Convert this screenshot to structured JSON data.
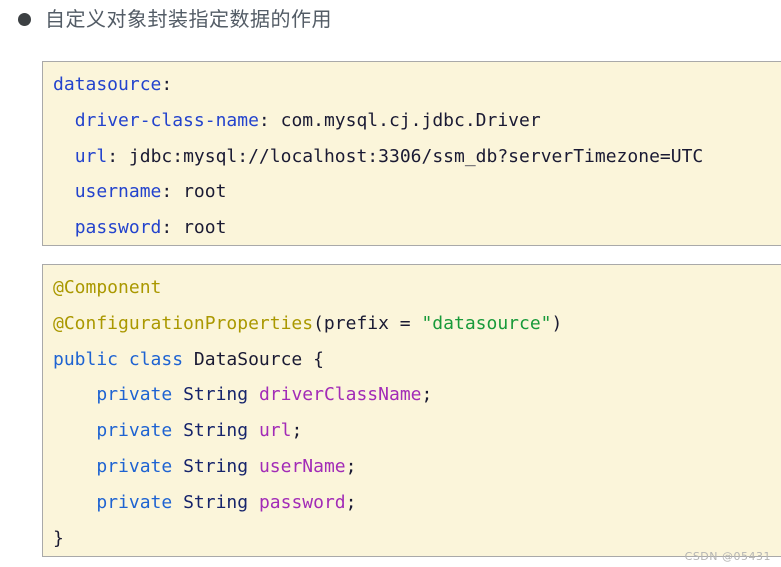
{
  "page": {
    "background": "#ffffff",
    "watermark": "CSDN @05431"
  },
  "heading": {
    "text": "自定义对象封装指定数据的作用"
  },
  "colors": {
    "heading": "#535c66",
    "bullet": "#3c4043",
    "code_bg": "#fbf5da",
    "code_border": "#a9a9a9",
    "watermark": "#b5b5b3",
    "def": "#1a1a33",
    "key": "#2343cd",
    "kw": "#1e63d2",
    "type": "#16246b",
    "ann": "#aa9800",
    "str": "#189a3a",
    "field": "#a22bb7"
  },
  "yaml_block": {
    "language": "yaml",
    "lines": [
      {
        "segments": [
          {
            "t": "datasource",
            "c": "key"
          },
          {
            "t": ":",
            "c": "def"
          }
        ]
      },
      {
        "segments": [
          {
            "t": "  ",
            "c": "def"
          },
          {
            "t": "driver-class-name",
            "c": "key"
          },
          {
            "t": ": ",
            "c": "def"
          },
          {
            "t": "com.mysql.cj.jdbc.Driver",
            "c": "def"
          }
        ]
      },
      {
        "segments": [
          {
            "t": "  ",
            "c": "def"
          },
          {
            "t": "url",
            "c": "key"
          },
          {
            "t": ": ",
            "c": "def"
          },
          {
            "t": "jdbc:mysql://localhost:3306/ssm_db?serverTimezone=UTC",
            "c": "def"
          }
        ]
      },
      {
        "segments": [
          {
            "t": "  ",
            "c": "def"
          },
          {
            "t": "username",
            "c": "key"
          },
          {
            "t": ": ",
            "c": "def"
          },
          {
            "t": "root",
            "c": "def"
          }
        ]
      },
      {
        "segments": [
          {
            "t": "  ",
            "c": "def"
          },
          {
            "t": "password",
            "c": "key"
          },
          {
            "t": ": ",
            "c": "def"
          },
          {
            "t": "root",
            "c": "def"
          }
        ]
      }
    ]
  },
  "java_block": {
    "language": "java",
    "lines": [
      {
        "segments": [
          {
            "t": "@Component",
            "c": "ann"
          }
        ]
      },
      {
        "segments": [
          {
            "t": "@ConfigurationProperties",
            "c": "ann"
          },
          {
            "t": "(prefix = ",
            "c": "def"
          },
          {
            "t": "\"datasource\"",
            "c": "str"
          },
          {
            "t": ")",
            "c": "def"
          }
        ]
      },
      {
        "segments": [
          {
            "t": "public",
            "c": "kw"
          },
          {
            "t": " ",
            "c": "def"
          },
          {
            "t": "class",
            "c": "kw"
          },
          {
            "t": " DataSource {",
            "c": "def"
          }
        ]
      },
      {
        "segments": [
          {
            "t": "    ",
            "c": "def"
          },
          {
            "t": "private",
            "c": "kw"
          },
          {
            "t": " ",
            "c": "def"
          },
          {
            "t": "String",
            "c": "type"
          },
          {
            "t": " ",
            "c": "def"
          },
          {
            "t": "driverClassName",
            "c": "field"
          },
          {
            "t": ";",
            "c": "def"
          }
        ]
      },
      {
        "segments": [
          {
            "t": "    ",
            "c": "def"
          },
          {
            "t": "private",
            "c": "kw"
          },
          {
            "t": " ",
            "c": "def"
          },
          {
            "t": "String",
            "c": "type"
          },
          {
            "t": " ",
            "c": "def"
          },
          {
            "t": "url",
            "c": "field"
          },
          {
            "t": ";",
            "c": "def"
          }
        ]
      },
      {
        "segments": [
          {
            "t": "    ",
            "c": "def"
          },
          {
            "t": "private",
            "c": "kw"
          },
          {
            "t": " ",
            "c": "def"
          },
          {
            "t": "String",
            "c": "type"
          },
          {
            "t": " ",
            "c": "def"
          },
          {
            "t": "userName",
            "c": "field"
          },
          {
            "t": ";",
            "c": "def"
          }
        ]
      },
      {
        "segments": [
          {
            "t": "    ",
            "c": "def"
          },
          {
            "t": "private",
            "c": "kw"
          },
          {
            "t": " ",
            "c": "def"
          },
          {
            "t": "String",
            "c": "type"
          },
          {
            "t": " ",
            "c": "def"
          },
          {
            "t": "password",
            "c": "field"
          },
          {
            "t": ";",
            "c": "def"
          }
        ]
      },
      {
        "segments": [
          {
            "t": "}",
            "c": "def"
          }
        ]
      }
    ]
  }
}
